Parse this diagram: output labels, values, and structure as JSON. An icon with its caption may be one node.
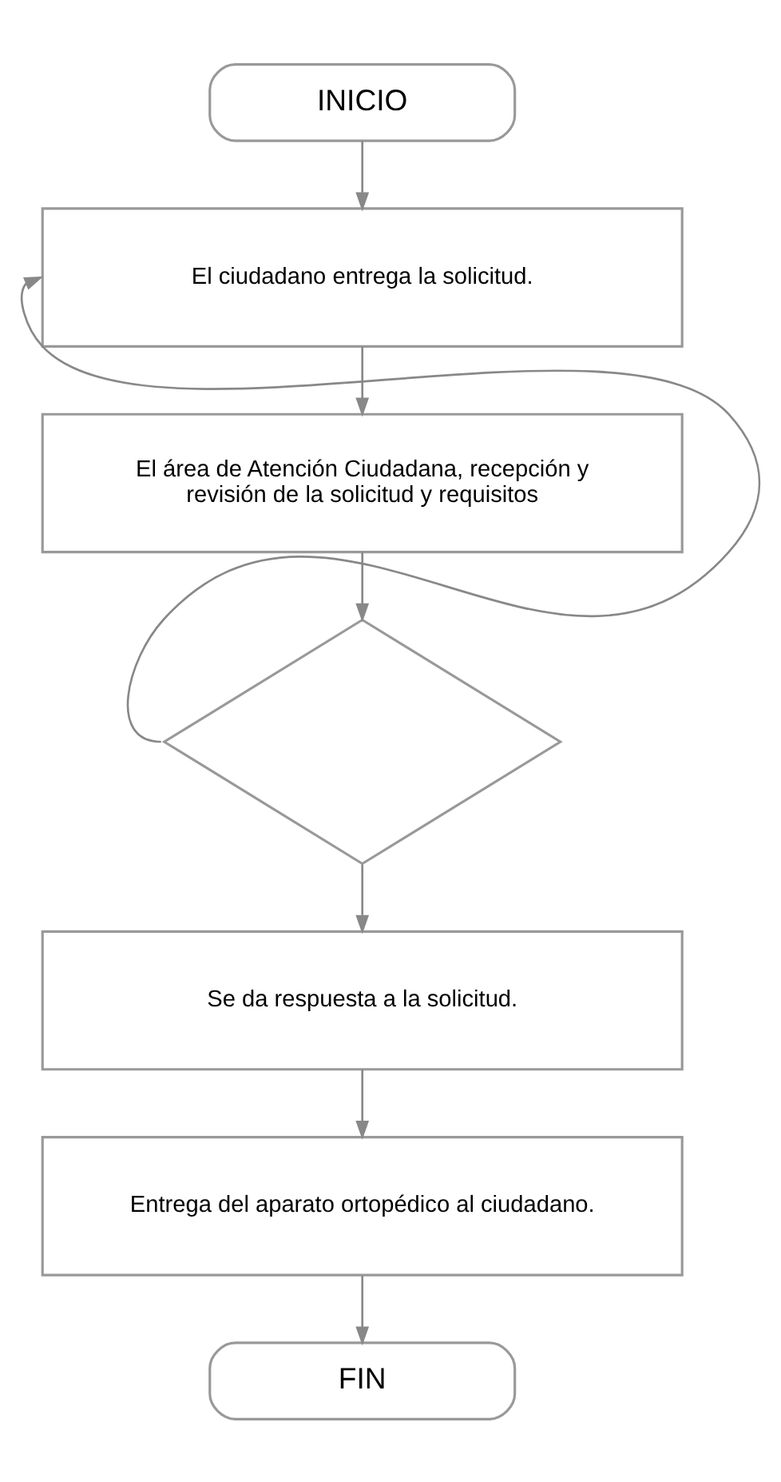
{
  "diagram": {
    "nodes": [
      {
        "text": [
          "INICIO"
        ]
      },
      {
        "text": [
          "El ciudadano entrega la solicitud."
        ]
      },
      {
        "text": [
          "El área de Atención Ciudadana, recepción y revisión de la solicitud y requisitos"
        ]
      },
      {
        "text": [],
        "shape": "diamond"
      },
      {
        "text": [
          "Se da respuesta a la solicitud."
        ]
      },
      {
        "text": [
          "Entrega del aparato ortopédico al ciudadano."
        ]
      },
      {
        "text": [
          "FIN"
        ]
      }
    ],
    "edges": [
      {
        "from": 0,
        "to": 1,
        "arrow": "to"
      },
      {
        "from": 1,
        "to": 2,
        "arrow": "to"
      },
      {
        "from": 2,
        "to": 3,
        "arrow": "to"
      },
      {
        "from": 3,
        "to": 1,
        "arrow": "to"
      },
      {
        "from": 3,
        "to": 4,
        "arrow": "to"
      },
      {
        "from": 4,
        "to": 5,
        "arrow": "to"
      },
      {
        "from": 5,
        "to": 6,
        "arrow": "to"
      }
    ]
  }
}
